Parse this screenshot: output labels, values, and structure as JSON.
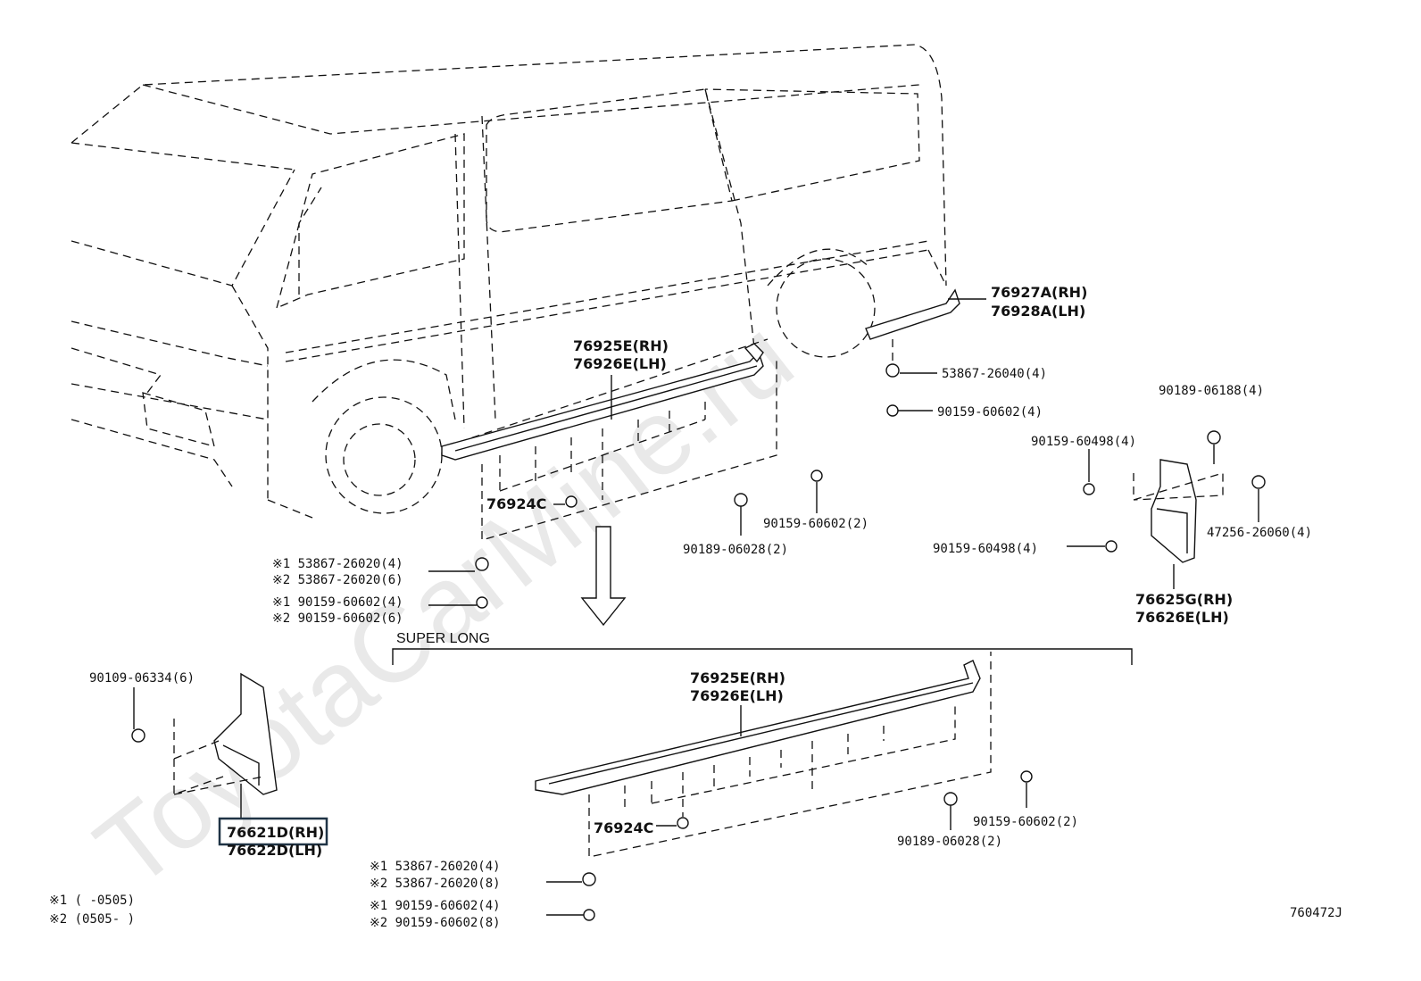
{
  "watermark": "ToyotaCarMine.ru",
  "diagram_code": "760472J",
  "section_label": "SUPER LONG",
  "notes": {
    "n1": "※1 (      -0505)",
    "n2": "※2 (0505-      )"
  },
  "callouts": {
    "p76927": "76927A(RH)",
    "p76928": "76928A(LH)",
    "p53867_4": "53867-26040(4)",
    "p90159_4": "90159-60602(4)",
    "p76925": "76925E(RH)",
    "p76926": "76926E(LH)",
    "p76924": "76924C",
    "p90159_2": "90159-60602(2)",
    "p90189_2": "90189-06028(2)",
    "s1_53867": "※1 53867-26020(4)",
    "s2_53867": "※2 53867-26020(6)",
    "s1_90159": "※1 90159-60602(4)",
    "s2_90159": "※2 90159-60602(6)",
    "p90189_06188": "90189-06188(4)",
    "p90159_60498a": "90159-60498(4)",
    "p90159_60498b": "90159-60498(4)",
    "p47256": "47256-26060(4)",
    "p76625": "76625G(RH)",
    "p76626": "76626E(LH)",
    "p90109": "90109-06334(6)",
    "p76621": "76621D(RH)",
    "p76622": "76622D(LH)",
    "sl_76925": "76925E(RH)",
    "sl_76926": "76926E(LH)",
    "sl_76924": "76924C",
    "sl_90159_2": "90159-60602(2)",
    "sl_90189_2": "90189-06028(2)",
    "sl_s1_53867": "※1 53867-26020(4)",
    "sl_s2_53867": "※2 53867-26020(8)",
    "sl_s1_90159": "※1 90159-60602(4)",
    "sl_s2_90159": "※2 90159-60602(8)"
  }
}
